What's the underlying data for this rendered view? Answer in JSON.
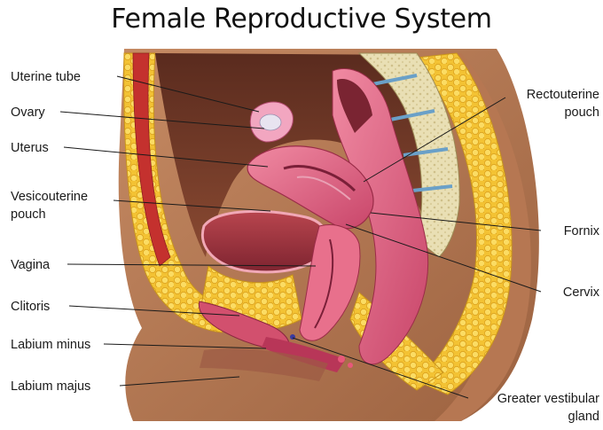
{
  "title": "Female Reproductive System",
  "labels": {
    "uterine_tube": "Uterine tube",
    "ovary": "Ovary",
    "uterus": "Uterus",
    "vesicouterine_pouch_1": "Vesicouterine",
    "vesicouterine_pouch_2": "pouch",
    "vagina": "Vagina",
    "clitoris": "Clitoris",
    "labium_minus": "Labium minus",
    "labium_majus": "Labium majus",
    "rectouterine_pouch_1": "Rectouterine",
    "rectouterine_pouch_2": "pouch",
    "fornix": "Fornix",
    "cervix": "Cervix",
    "greater_vestibular_gland_1": "Greater vestibular",
    "greater_vestibular_gland_2": "gland"
  }
}
